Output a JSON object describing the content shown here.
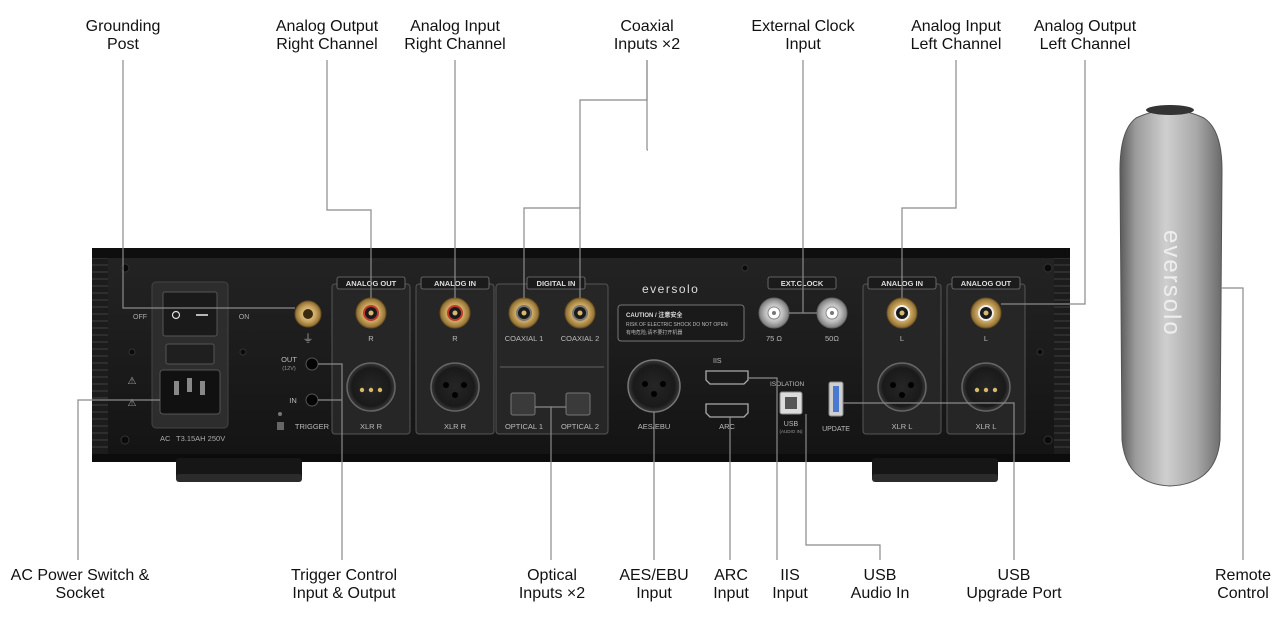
{
  "top_callouts": [
    {
      "id": "grounding-post",
      "l1": "Grounding",
      "l2": "Post"
    },
    {
      "id": "analog-output-right",
      "l1": "Analog Output",
      "l2": "Right Channel"
    },
    {
      "id": "analog-input-right",
      "l1": "Analog Input",
      "l2": "Right Channel"
    },
    {
      "id": "coaxial-inputs",
      "l1": "Coaxial",
      "l2": "Inputs ×2"
    },
    {
      "id": "external-clock",
      "l1": "External Clock",
      "l2": "Input"
    },
    {
      "id": "analog-input-left",
      "l1": "Analog Input",
      "l2": "Left Channel"
    },
    {
      "id": "analog-output-left",
      "l1": "Analog Output",
      "l2": "Left Channel"
    }
  ],
  "bottom_callouts": [
    {
      "id": "ac-power",
      "l1": "AC Power Switch &",
      "l2": "Socket"
    },
    {
      "id": "trigger",
      "l1": "Trigger Control",
      "l2": "Input & Output"
    },
    {
      "id": "optical",
      "l1": "Optical",
      "l2": "Inputs ×2"
    },
    {
      "id": "aes-ebu",
      "l1": "AES/EBU",
      "l2": "Input"
    },
    {
      "id": "arc",
      "l1": "ARC",
      "l2": "Input"
    },
    {
      "id": "iis",
      "l1": "IIS",
      "l2": "Input"
    },
    {
      "id": "usb-audio",
      "l1": "USB",
      "l2": "Audio In"
    },
    {
      "id": "usb-upgrade",
      "l1": "USB",
      "l2": "Upgrade Port"
    },
    {
      "id": "remote",
      "l1": "Remote",
      "l2": "Control"
    }
  ],
  "panel": {
    "brand": "eversolo",
    "off": "OFF",
    "on": "ON",
    "ac": "AC",
    "fuse": "T3.15AH 250V",
    "trig_out": "OUT",
    "trig_out_sub": "(12V)",
    "trig_in": "IN",
    "trigger": "TRIGGER",
    "analog_out": "ANALOG OUT",
    "analog_in": "ANALOG IN",
    "digital_in": "DIGITAL IN",
    "ext_clock": "EXT.CLOCK",
    "r": "R",
    "l": "L",
    "xlr_r": "XLR R",
    "xlr_l": "XLR L",
    "coax1": "COAXIAL 1",
    "coax2": "COAXIAL 2",
    "opt1": "OPTICAL 1",
    "opt2": "OPTICAL 2",
    "aes": "AES/EBU",
    "iis": "IIS",
    "arc": "ARC",
    "isolation": "ISOLATION",
    "usb": "USB",
    "usb_sub": "(AUDIO IN)",
    "update": "UPDATE",
    "ohm75": "75 Ω",
    "ohm50": "50Ω",
    "caution_title": "CAUTION / 注意安全",
    "caution_l1": "RISK OF ELECTRIC SHOCK DO NOT OPEN",
    "caution_l2": "有电危险,请不要打开机器"
  },
  "remote": {
    "brand": "eversolo"
  }
}
